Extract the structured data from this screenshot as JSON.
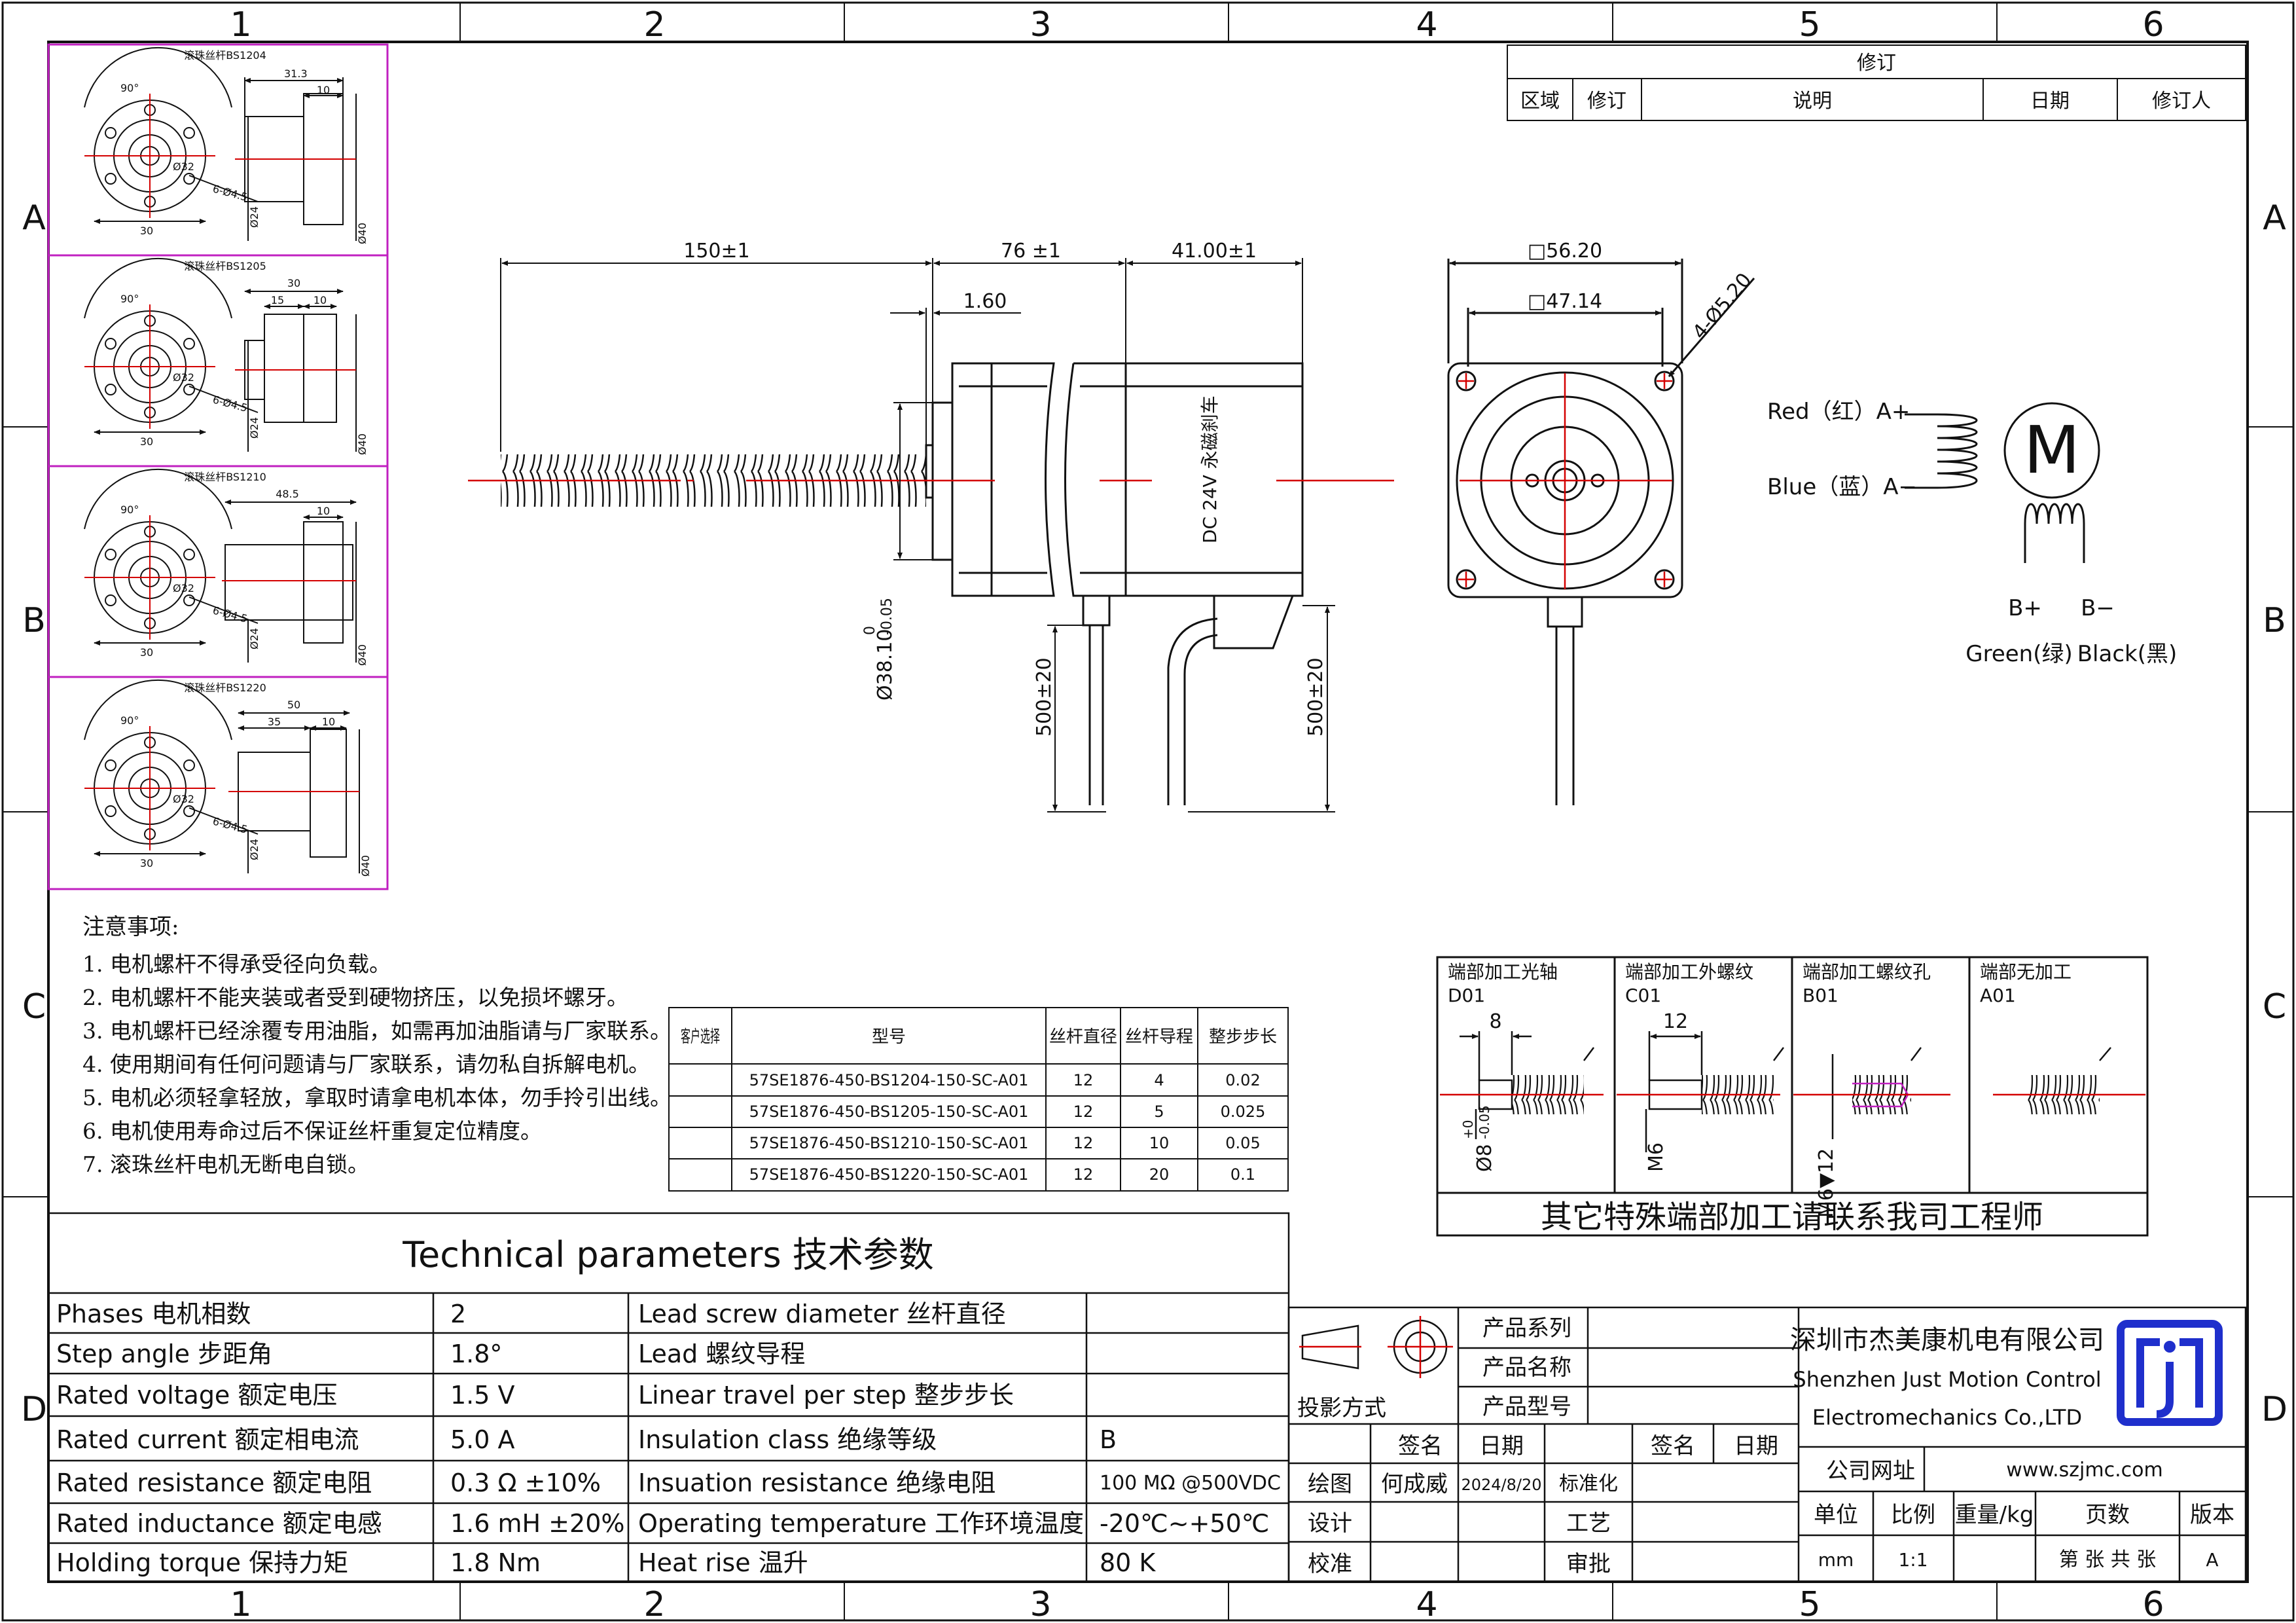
{
  "frame": {
    "columns": [
      "1",
      "2",
      "3",
      "4",
      "5",
      "6"
    ],
    "rows": [
      "A",
      "B",
      "C",
      "D"
    ]
  },
  "colors": {
    "line": "#111111",
    "center_line": "#d40000",
    "detail_border": "#c020c0"
  },
  "revision": {
    "title": "修订",
    "headers": [
      "区域",
      "修订",
      "说明",
      "日期",
      "修订人"
    ]
  },
  "ballnut_details": [
    {
      "title": "滚珠丝杆BS1204",
      "angle": "90°",
      "d1": "Ø32",
      "holes": "6-Ø4.5",
      "w": "30",
      "len": "31.3",
      "flange": "10",
      "shaft": "Ø24",
      "outer": "Ø40",
      "inner": ""
    },
    {
      "title": "滚珠丝杆BS1205",
      "angle": "90°",
      "d1": "Ø32",
      "holes": "6-Ø4.5",
      "w": "30",
      "len": "30",
      "flange": "10",
      "shaft": "Ø24",
      "outer": "Ø40",
      "inner": "15"
    },
    {
      "title": "滚珠丝杆BS1210",
      "angle": "90°",
      "d1": "Ø32",
      "holes": "6-Ø4.5",
      "w": "30",
      "len": "48.5",
      "flange": "10",
      "shaft": "Ø24",
      "outer": "Ø40",
      "inner": ""
    },
    {
      "title": "滚珠丝杆BS1220",
      "angle": "90°",
      "d1": "Ø32",
      "holes": "6-Ø4.5",
      "w": "30",
      "len": "50",
      "flange": "10",
      "shaft": "Ø24",
      "outer": "Ø40",
      "inner": "35"
    }
  ],
  "side_view": {
    "dim_screw": "150±1",
    "dim_body": "76 ±1",
    "dim_brake": "41.00±1",
    "dim_flange": "1.60",
    "dim_boss": "Ø38.10",
    "dim_boss_tol_up": "0",
    "dim_boss_tol_low": "-0.05",
    "dim_lead1": "500±20",
    "dim_lead2": "500±20",
    "brake_label": "DC 24V 永磁刹车"
  },
  "front_view": {
    "outer": "□56.20",
    "inner": "□47.14",
    "holes": "4-Ø5.20"
  },
  "wiring": {
    "red": "Red（红）A+",
    "blue": "Blue（蓝）A−",
    "motor": "M",
    "b_plus": "B+",
    "b_minus": "B−",
    "green": "Green(绿)",
    "black": "Black(黑)"
  },
  "notes": {
    "title": "注意事项:",
    "items": [
      "1. 电机螺杆不得承受径向负载。",
      "2. 电机螺杆不能夹装或者受到硬物挤压，以免损坏螺牙。",
      "3. 电机螺杆已经涂覆专用油脂，如需再加油脂请与厂家联系。",
      "4. 使用期间有任何问题请与厂家联系，请勿私自拆解电机。",
      "5. 电机必须轻拿轻放，拿取时请拿电机本体，勿手拎引出线。",
      "6. 电机使用寿命过后不保证丝杆重复定位精度。",
      "7. 滚珠丝杆电机无断电自锁。"
    ]
  },
  "model_table": {
    "headers": [
      "客户选择",
      "型号",
      "丝杆直径",
      "丝杆导程",
      "整步步长"
    ],
    "rows": [
      {
        "select": "",
        "model": "57SE1876-450-BS1204-150-SC-A01",
        "dia": "12",
        "lead": "4",
        "step": "0.02"
      },
      {
        "select": "",
        "model": "57SE1876-450-BS1205-150-SC-A01",
        "dia": "12",
        "lead": "5",
        "step": "0.025"
      },
      {
        "select": "",
        "model": "57SE1876-450-BS1210-150-SC-A01",
        "dia": "12",
        "lead": "10",
        "step": "0.05"
      },
      {
        "select": "",
        "model": "57SE1876-450-BS1220-150-SC-A01",
        "dia": "12",
        "lead": "20",
        "step": "0.1"
      }
    ]
  },
  "end_machining": {
    "panels": [
      {
        "title": "端部加工光轴",
        "code": "D01",
        "dim": "8",
        "dia": "Ø8"
      },
      {
        "title": "端部加工外螺纹",
        "code": "C01",
        "dim": "12",
        "dia": "M6"
      },
      {
        "title": "端部加工螺纹孔",
        "code": "B01",
        "dim": "",
        "dia": "M6▼12"
      },
      {
        "title": "端部无加工",
        "code": "A01",
        "dim": "",
        "dia": ""
      }
    ],
    "tol_up": "+0",
    "tol_low": "-0.05",
    "footer": "其它特殊端部加工请联系我司工程师"
  },
  "tech": {
    "title": "Technical parameters 技术参数",
    "left": [
      {
        "label": "Phases 电机相数",
        "value": "2"
      },
      {
        "label": "Step angle 步距角",
        "value": "1.8°"
      },
      {
        "label": "Rated voltage 额定电压",
        "value": "1.5 V"
      },
      {
        "label": "Rated current 额定相电流",
        "value": "5.0 A"
      },
      {
        "label": "Rated resistance 额定电阻",
        "value": "0.3 Ω  ±10%"
      },
      {
        "label": "Rated inductance 额定电感",
        "value": "1.6 mH ±20%"
      },
      {
        "label": "Holding torque 保持力矩",
        "value": "1.8 Nm"
      }
    ],
    "right": [
      {
        "label": "Lead screw diameter 丝杆直径",
        "value": ""
      },
      {
        "label": "Lead 螺纹导程",
        "value": ""
      },
      {
        "label": "Linear travel per step 整步步长",
        "value": ""
      },
      {
        "label": "Insulation class 绝缘等级",
        "value": "B"
      },
      {
        "label": "Insuation resistance 绝缘电阻",
        "value": "100 MΩ @500VDC"
      },
      {
        "label": "Operating temperature 工作环境温度",
        "value": "-20℃~+50℃"
      },
      {
        "label": "Heat rise 温升",
        "value": "80 K"
      }
    ]
  },
  "title_block": {
    "product_series": "产品系列",
    "product_name": "产品名称",
    "product_model": "产品型号",
    "projection": "投影方式",
    "sign": "签名",
    "date": "日期",
    "sign2": "签名",
    "date2": "日期",
    "drawn": "绘图",
    "drawn_by": "何成威",
    "drawn_date": "2024/8/20",
    "standard": "标准化",
    "design": "设计",
    "process": "工艺",
    "check": "校准",
    "approve": "审批",
    "company_cn": "深圳市杰美康机电有限公司",
    "company_en1": "Shenzhen Just Motion Control",
    "company_en2": "Electromechanics Co.,LTD",
    "website_label": "公司网址",
    "website": "www.szjmc.com",
    "unit_label": "单位",
    "scale_label": "比例",
    "weight_label": "重量/kg",
    "pages_label": "页数",
    "version_label": "版本",
    "unit": "mm",
    "scale": "1:1",
    "pages": "第 张 共 张",
    "version": "A"
  }
}
